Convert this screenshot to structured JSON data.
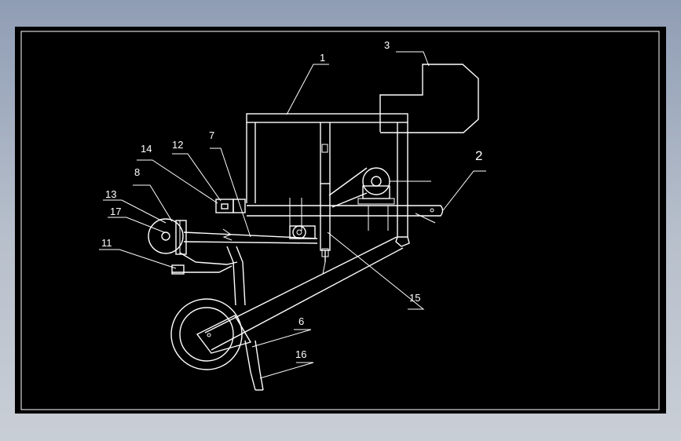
{
  "colors": {
    "background": "#000000",
    "stroke": "#ffffff",
    "chrome": "#a9b3c3"
  },
  "labels": {
    "l1": "1",
    "l2": "2",
    "l3": "3",
    "l6": "6",
    "l7": "7",
    "l8": "8",
    "l11": "11",
    "l12": "12",
    "l13": "13",
    "l14": "14",
    "l15": "15",
    "l16": "16",
    "l17": "17"
  }
}
